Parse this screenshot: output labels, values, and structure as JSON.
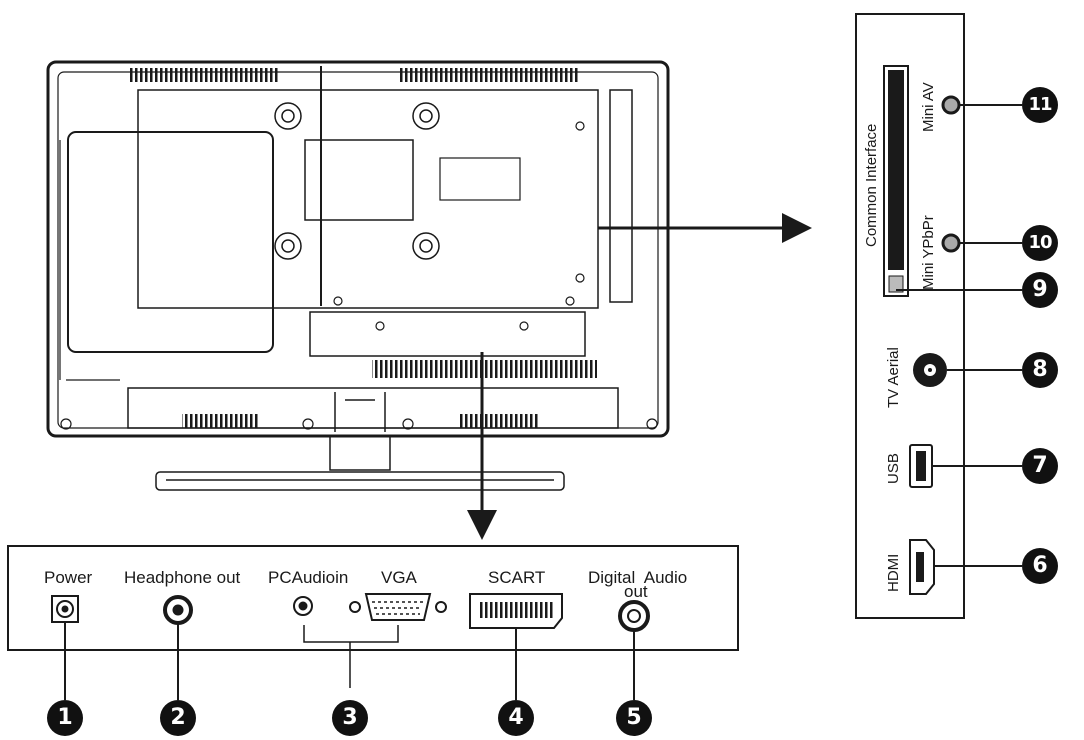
{
  "bottom_panel": {
    "labels": {
      "power": "Power",
      "headphone": "Headphone out",
      "pc_audio": "PCAudioin",
      "vga": "VGA",
      "scart": "SCART",
      "digital_audio_line1": "Digital  Audio",
      "digital_audio_line2": "out"
    }
  },
  "side_panel": {
    "labels": {
      "common_interface": "Common Interface",
      "mini_av": "Mini AV",
      "mini_ypbpr": "Mini YPbPr",
      "tv_aerial": "TV Aerial",
      "usb": "USB",
      "hdmi": "HDMI"
    }
  },
  "callouts": [
    "1",
    "2",
    "3",
    "4",
    "5",
    "6",
    "7",
    "8",
    "9",
    "10",
    "11"
  ],
  "colors": {
    "line": "#1a1a1a",
    "badge": "#111111"
  }
}
